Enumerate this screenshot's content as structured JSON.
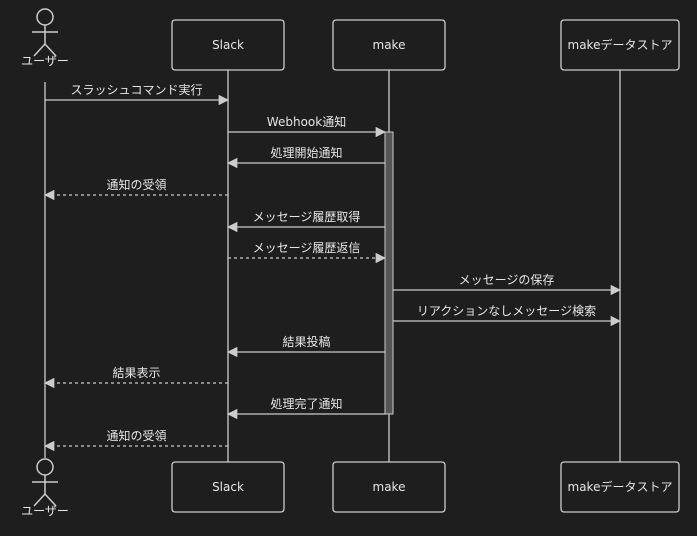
{
  "participants": [
    {
      "id": "user",
      "label": "ユーザー",
      "kind": "actor"
    },
    {
      "id": "slack",
      "label": "Slack",
      "kind": "box"
    },
    {
      "id": "make",
      "label": "make",
      "kind": "box"
    },
    {
      "id": "store",
      "label": "makeデータストア",
      "kind": "box"
    }
  ],
  "messages": [
    {
      "from": "user",
      "to": "slack",
      "label": "スラッシュコマンド実行",
      "style": "solid"
    },
    {
      "from": "slack",
      "to": "make",
      "label": "Webhook通知",
      "style": "solid"
    },
    {
      "from": "make",
      "to": "slack",
      "label": "処理開始通知",
      "style": "solid"
    },
    {
      "from": "slack",
      "to": "user",
      "label": "通知の受領",
      "style": "dashed"
    },
    {
      "from": "make",
      "to": "slack",
      "label": "メッセージ履歴取得",
      "style": "solid"
    },
    {
      "from": "slack",
      "to": "make",
      "label": "メッセージ履歴返信",
      "style": "dashed"
    },
    {
      "from": "make",
      "to": "store",
      "label": "メッセージの保存",
      "style": "solid"
    },
    {
      "from": "make",
      "to": "store",
      "label": "リアクションなしメッセージ検索",
      "style": "solid"
    },
    {
      "from": "make",
      "to": "slack",
      "label": "結果投稿",
      "style": "solid"
    },
    {
      "from": "slack",
      "to": "user",
      "label": "結果表示",
      "style": "dashed"
    },
    {
      "from": "make",
      "to": "slack",
      "label": "処理完了通知",
      "style": "solid"
    },
    {
      "from": "slack",
      "to": "user",
      "label": "通知の受領",
      "style": "dashed"
    }
  ],
  "colors": {
    "background": "#1e1e1e",
    "line": "#cccccc",
    "box_border": "#cccccc",
    "text": "#e6e6e6",
    "activation": "#555555"
  }
}
